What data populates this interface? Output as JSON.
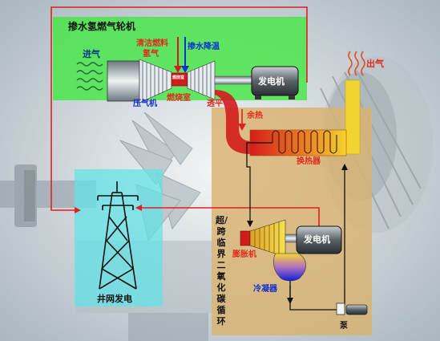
{
  "panels": {
    "gas_turbine_title": "掺水氢燃气轮机",
    "grid_label": "井网发电",
    "co2_cycle_title": "超/跨临界二氧化碳循环"
  },
  "labels": {
    "air_in": "进气",
    "clean_fuel_line1": "清洁燃料",
    "clean_fuel_line2": "氢气",
    "water_cooling": "掺水降温",
    "compressor": "压气机",
    "combustor_box": "燃烧室",
    "combustor": "燃烧室",
    "turbine": "透平",
    "generator_top": "发电机",
    "exhaust": "出气",
    "waste_heat": "余热",
    "heat_exchanger": "换热器",
    "expander": "膨胀机",
    "generator_bottom": "发电机",
    "condenser": "冷凝器",
    "pump": "泵"
  },
  "colors": {
    "gas_turbine_panel": "#3ee83e",
    "grid_panel": "#5fe3e8",
    "co2_panel": "#d9b26f",
    "flow_red": "#e02020",
    "label_red": "#e02a1a",
    "label_blue": "#1030d0",
    "hot_gas": "#d21c1c",
    "co2_yellow": "#f2d430"
  },
  "icons": {
    "air_in": "wavy-lines-icon",
    "exhaust": "wavy-lines-icon",
    "generator": "generator-icon",
    "tower": "transmission-tower-icon",
    "pump": "pump-icon"
  }
}
